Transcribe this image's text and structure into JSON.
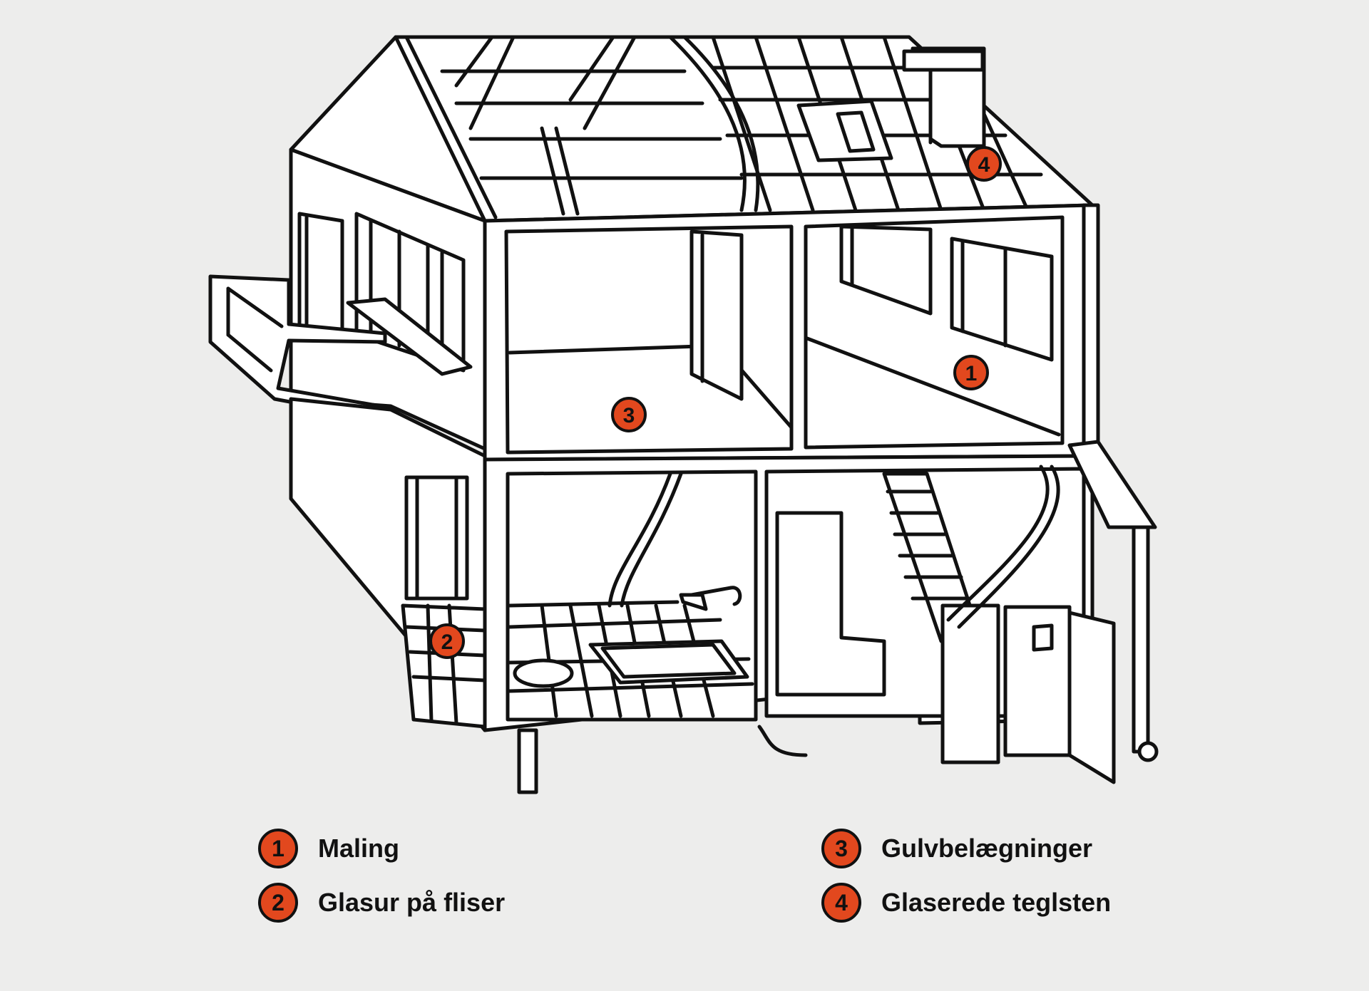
{
  "legend": [
    {
      "number": "1",
      "label": "Maling"
    },
    {
      "number": "2",
      "label": "Glasur på fliser"
    },
    {
      "number": "3",
      "label": "Gulvbelægninger"
    },
    {
      "number": "4",
      "label": "Glaserede teglsten"
    }
  ],
  "markers": [
    "1",
    "2",
    "3",
    "4"
  ],
  "colors": {
    "accent": "#e2481e",
    "line": "#111111",
    "background": "#ededec",
    "fill": "#ffffff"
  }
}
